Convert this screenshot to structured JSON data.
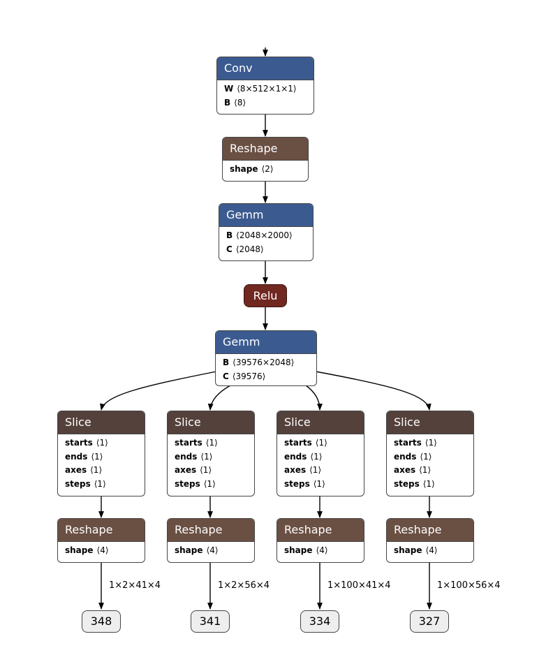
{
  "colors": {
    "layer": "#3b5b90",
    "shape": "#6a4f43",
    "activation": "#702820",
    "slice": "#54413b",
    "edge": "#000000"
  },
  "nodes": {
    "conv": {
      "title": "Conv",
      "attrs": [
        {
          "name": "W",
          "value": "⟨8×512×1×1⟩"
        },
        {
          "name": "B",
          "value": "⟨8⟩"
        }
      ]
    },
    "reshape_top": {
      "title": "Reshape",
      "attrs": [
        {
          "name": "shape",
          "value": "⟨2⟩"
        }
      ]
    },
    "gemm1": {
      "title": "Gemm",
      "attrs": [
        {
          "name": "B",
          "value": "⟨2048×2000⟩"
        },
        {
          "name": "C",
          "value": "⟨2048⟩"
        }
      ]
    },
    "relu": {
      "title": "Relu"
    },
    "gemm2": {
      "title": "Gemm",
      "attrs": [
        {
          "name": "B",
          "value": "⟨39576×2048⟩"
        },
        {
          "name": "C",
          "value": "⟨39576⟩"
        }
      ]
    },
    "slices": [
      {
        "title": "Slice",
        "attrs": [
          {
            "name": "starts",
            "value": "⟨1⟩"
          },
          {
            "name": "ends",
            "value": "⟨1⟩"
          },
          {
            "name": "axes",
            "value": "⟨1⟩"
          },
          {
            "name": "steps",
            "value": "⟨1⟩"
          }
        ]
      },
      {
        "title": "Slice",
        "attrs": [
          {
            "name": "starts",
            "value": "⟨1⟩"
          },
          {
            "name": "ends",
            "value": "⟨1⟩"
          },
          {
            "name": "axes",
            "value": "⟨1⟩"
          },
          {
            "name": "steps",
            "value": "⟨1⟩"
          }
        ]
      },
      {
        "title": "Slice",
        "attrs": [
          {
            "name": "starts",
            "value": "⟨1⟩"
          },
          {
            "name": "ends",
            "value": "⟨1⟩"
          },
          {
            "name": "axes",
            "value": "⟨1⟩"
          },
          {
            "name": "steps",
            "value": "⟨1⟩"
          }
        ]
      },
      {
        "title": "Slice",
        "attrs": [
          {
            "name": "starts",
            "value": "⟨1⟩"
          },
          {
            "name": "ends",
            "value": "⟨1⟩"
          },
          {
            "name": "axes",
            "value": "⟨1⟩"
          },
          {
            "name": "steps",
            "value": "⟨1⟩"
          }
        ]
      }
    ],
    "reshapes": [
      {
        "title": "Reshape",
        "attrs": [
          {
            "name": "shape",
            "value": "⟨4⟩"
          }
        ]
      },
      {
        "title": "Reshape",
        "attrs": [
          {
            "name": "shape",
            "value": "⟨4⟩"
          }
        ]
      },
      {
        "title": "Reshape",
        "attrs": [
          {
            "name": "shape",
            "value": "⟨4⟩"
          }
        ]
      },
      {
        "title": "Reshape",
        "attrs": [
          {
            "name": "shape",
            "value": "⟨4⟩"
          }
        ]
      }
    ],
    "edge_labels": [
      "1×2×41×4",
      "1×2×56×4",
      "1×100×41×4",
      "1×100×56×4"
    ],
    "outputs": [
      "348",
      "341",
      "334",
      "327"
    ]
  }
}
